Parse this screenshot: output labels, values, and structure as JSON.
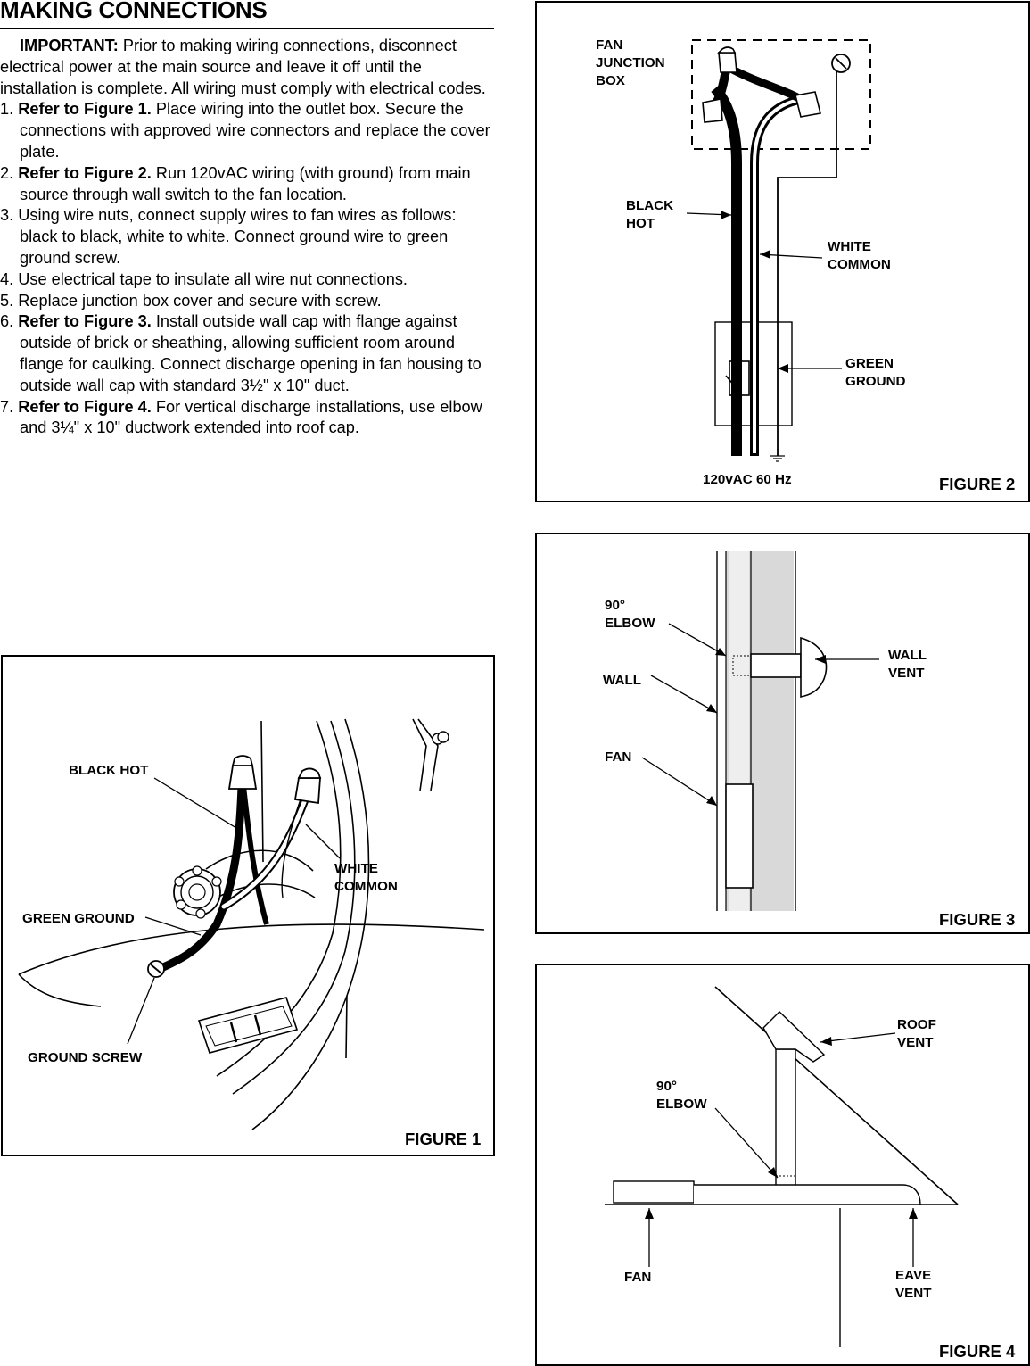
{
  "heading": "MAKING CONNECTIONS",
  "intro": {
    "lead": "IMPORTANT:",
    "text": " Prior to making wiring connections, disconnect electrical power at the main source and leave it off until the installation is complete. All wiring must comply with electrical codes."
  },
  "steps": [
    {
      "num": "1.",
      "ref": "Refer to Figure 1.",
      "text": " Place wiring into the outlet box. Secure the connections with approved wire connectors and replace the cover plate."
    },
    {
      "num": "2.",
      "ref": "Refer to Figure 2.",
      "text": " Run 120vAC wiring (with ground) from main source through wall switch to the fan location."
    },
    {
      "num": "3.",
      "ref": "",
      "text": "Using wire nuts, connect supply wires to fan wires as follows: black to black, white to white. Connect ground wire to green ground screw."
    },
    {
      "num": "4.",
      "ref": "",
      "text": "Use electrical tape to insulate all wire nut connections."
    },
    {
      "num": "5.",
      "ref": "",
      "text": "Replace junction box cover and secure with screw."
    },
    {
      "num": "6.",
      "ref": "Refer to Figure 3.",
      "text": " Install outside wall cap with flange against outside of brick or sheathing, allowing sufficient room around flange for caulking. Connect discharge opening in fan housing to outside wall cap with standard 3½\" x 10\" duct."
    },
    {
      "num": "7.",
      "ref": "Refer to Figure 4.",
      "text": " For vertical discharge installations, use elbow and 3¼\" x 10\" ductwork extended into roof cap."
    }
  ],
  "figure1": {
    "title": "FIGURE 1",
    "black_hot": "BLACK HOT",
    "white_common": "WHITE\nCOMMON",
    "green_ground": "GREEN GROUND",
    "ground_screw": "GROUND SCREW"
  },
  "figure2": {
    "title": "FIGURE 2",
    "junction_box": "FAN\nJUNCTION\nBOX",
    "black_hot": "BLACK\nHOT",
    "white_common": "WHITE\nCOMMON",
    "green_ground": "GREEN\nGROUND",
    "supply": "120vAC 60 Hz"
  },
  "figure3": {
    "title": "FIGURE 3",
    "elbow": "90°\nELBOW",
    "wall": "WALL",
    "fan": "FAN",
    "wall_vent": "WALL\nVENT"
  },
  "figure4": {
    "title": "FIGURE 4",
    "roof_vent": "ROOF\nVENT",
    "elbow": "90°\nELBOW",
    "fan": "FAN",
    "eave_vent": "EAVE\nVENT"
  }
}
